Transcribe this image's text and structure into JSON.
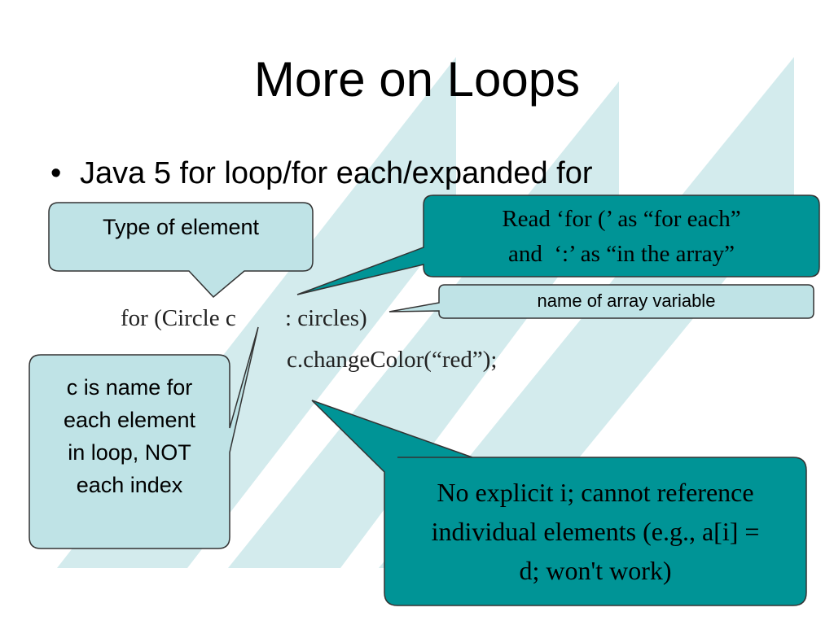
{
  "title": "More on Loops",
  "bullet": "Java 5 for loop/for each/expanded for",
  "code": {
    "line1_part1": "for (Circle c",
    "line1_part2": ": circles)",
    "line2": "c.changeColor(“red”);"
  },
  "callouts": {
    "type_of_element": "Type of element",
    "read_for_line1": "Read ‘for (’ as “for each”",
    "read_for_line2": "and  ‘:’ as “in the array”",
    "array_variable": "name of array variable",
    "c_name_line1": "c is name for",
    "c_name_line2": "each element",
    "c_name_line3": "in loop, NOT",
    "c_name_line4": "each index",
    "no_explicit_line1": "No explicit i; cannot reference",
    "no_explicit_line2": "individual elements (e.g., a[i] =",
    "no_explicit_line3": "d; won't work)"
  },
  "colors": {
    "stripe": "#cfe8ea",
    "light_callout": "#bfe3e6",
    "dark_callout": "#009496",
    "outline": "#333333"
  }
}
